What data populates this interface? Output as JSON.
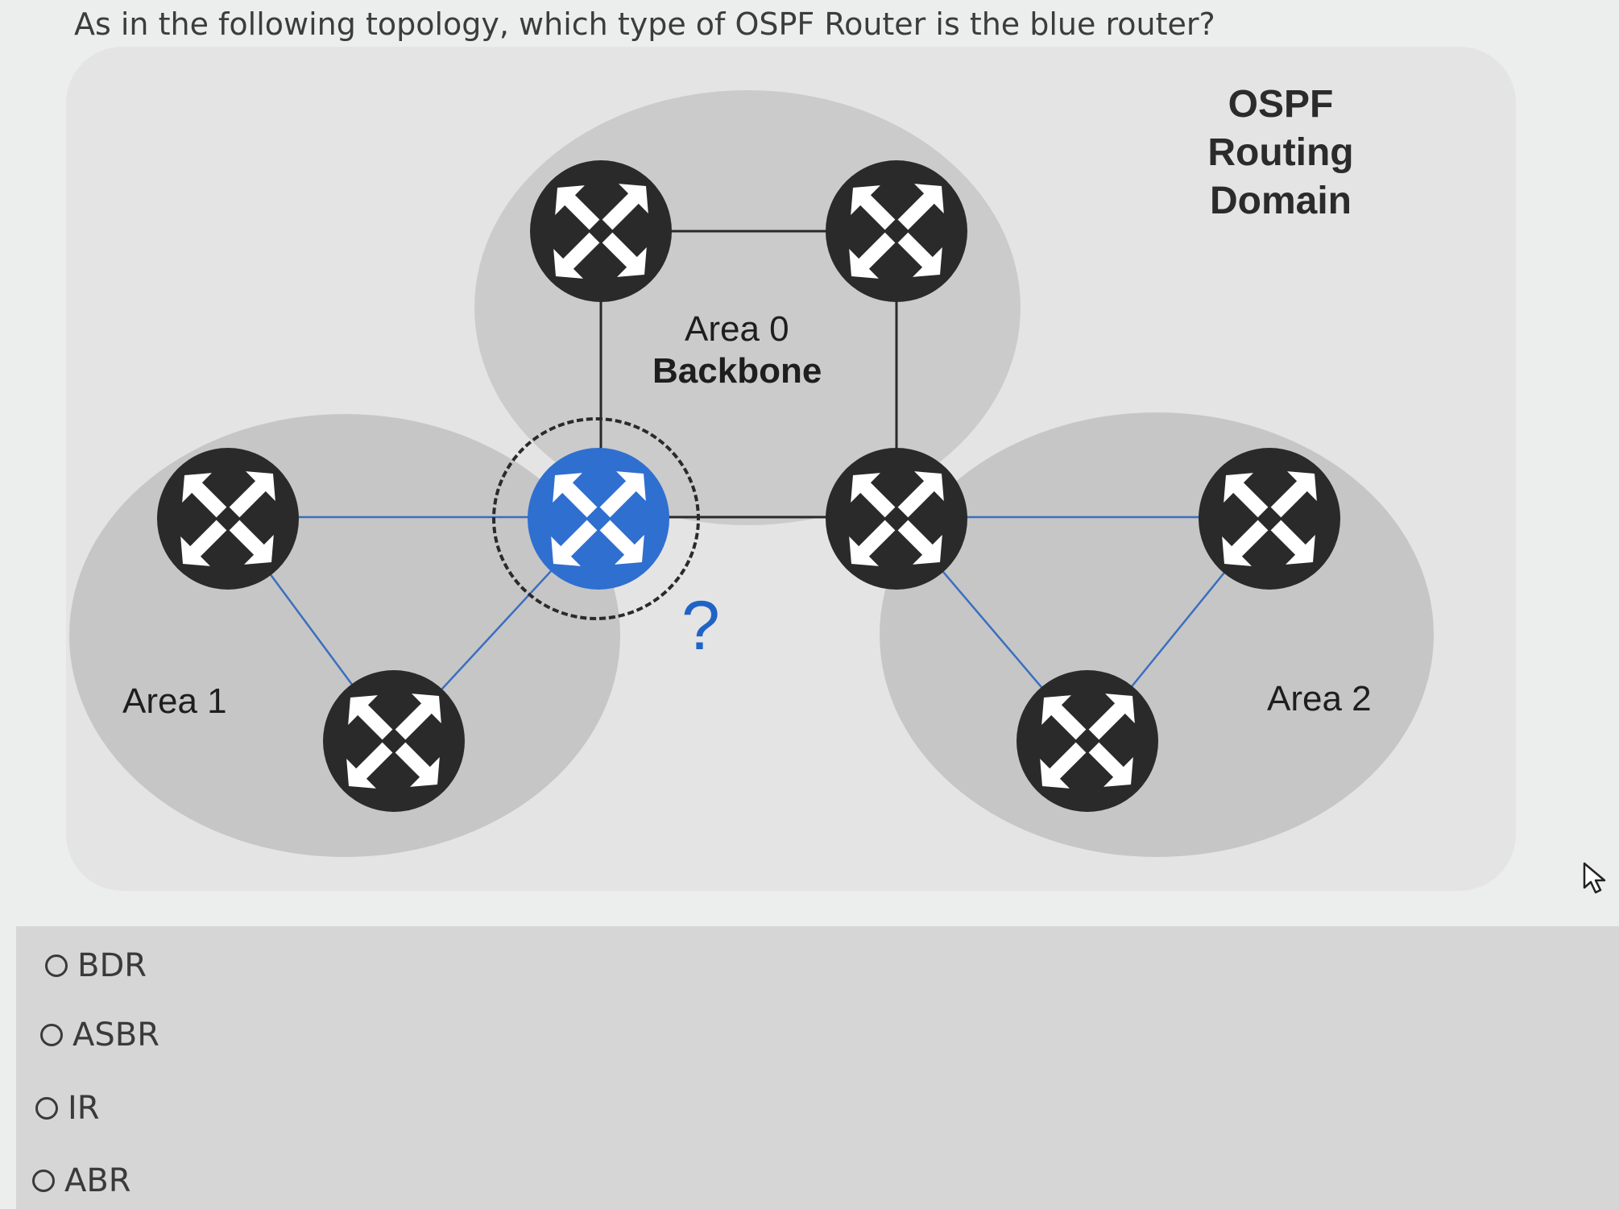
{
  "question": "As in the following topology, which type of OSPF Router is the blue router?",
  "diagram": {
    "domain_label_lines": [
      "OSPF",
      "Routing",
      "Domain"
    ],
    "area0_label": "Area 0",
    "area0_sublabel": "Backbone",
    "area1_label": "Area 1",
    "area2_label": "Area 2",
    "question_mark": "?",
    "highlight_color": "#2f6fd0",
    "router_color": "#2a2a2a",
    "icons": {
      "router": "router-icon",
      "mouse": "mouse-pointer-icon"
    }
  },
  "options": [
    {
      "label": "BDR"
    },
    {
      "label": "ASBR"
    },
    {
      "label": "IR"
    },
    {
      "label": "ABR"
    }
  ]
}
